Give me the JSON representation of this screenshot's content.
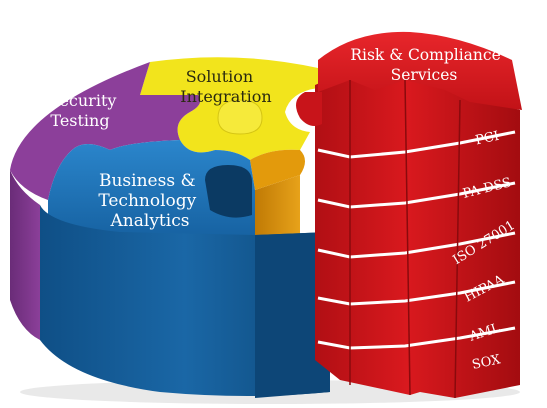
{
  "segments": {
    "solution_integration": {
      "lines": [
        "Solution",
        "Integration"
      ],
      "color": "#f2e41c"
    },
    "security_testing": {
      "lines": [
        "Security",
        "Testing"
      ],
      "color": "#8c3f9a"
    },
    "business_analytics": {
      "lines": [
        "Business &",
        "Technology",
        "Analytics"
      ],
      "color": "#1d6fb1"
    },
    "orange_piece": {
      "color": "#e39a0c"
    },
    "risk_compliance": {
      "lines": [
        "Risk & Compliance",
        "Services"
      ],
      "color": "#d7161c"
    }
  },
  "compliance_bands": [
    "PCI",
    "PA-DSS",
    "ISO 27001",
    "HIPAA",
    "AML",
    "SOX"
  ]
}
